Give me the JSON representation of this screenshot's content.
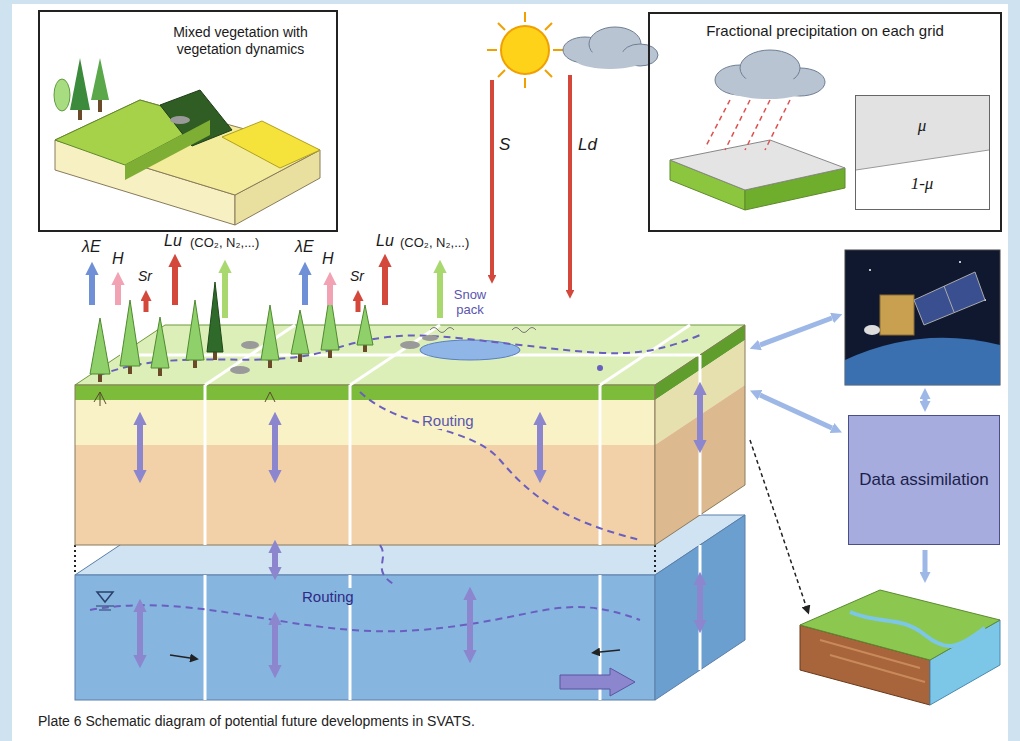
{
  "diagram": {
    "caption": "Plate 6 Schematic diagram of potential future developments in SVATS.",
    "nodes": [
      {
        "text": [
          "Mixed vegetation with vegetation dynamics"
        ]
      },
      {
        "text": [
          "Fractional precipitation on each grid"
        ]
      },
      {
        "text": [
          "μ",
          "1-μ"
        ],
        "in": 1
      },
      {
        "text": [
          "Data assimilation"
        ]
      }
    ],
    "labels": [
      "λE",
      "H",
      "Sr",
      "Lu",
      "(CO₂, N₂,...)",
      "λE",
      "H",
      "Sr",
      "Lu",
      "(CO₂, N₂,...)",
      "S",
      "Ld",
      "Snow pack",
      "Routing",
      "Routing"
    ]
  }
}
